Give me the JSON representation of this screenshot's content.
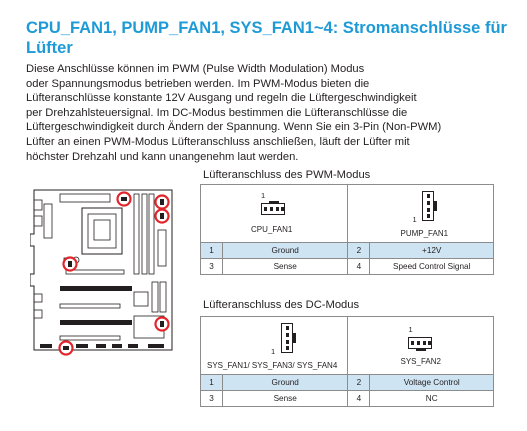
{
  "heading": "CPU_FAN1, PUMP_FAN1, SYS_FAN1~4: Stromanschlüsse für Lüfter",
  "intro_lines": [
    "Diese Anschlüsse können im PWM (Pulse Width Modulation) Modus",
    "oder Spannungsmodus betrieben werden. Im PWM-Modus bieten die",
    "Lüfteranschlüsse konstante 12V Ausgang und regeln die Lüftergeschwindigkeit",
    "per Drehzahlsteuersignal. Im DC-Modus bestimmen die Lüfteranschlüsse die",
    "Lüftergeschwindigkeit durch Ändern der Spannung. Wenn Sie ein 3-Pin (Non-PWM)",
    "Lüfter an einen PWM-Modus Lüfteranschluss anschließen, läuft der Lüfter mit",
    "höchster Drehzahl und kann unangenehm laut werden."
  ],
  "pwm": {
    "label": "Lüfteranschluss des PWM-Modus",
    "left_connector": {
      "pin1": "1",
      "name": "CPU_FAN1"
    },
    "right_connector": {
      "pin1": "1",
      "name": "PUMP_FAN1"
    },
    "rows": [
      {
        "pin_a": "1",
        "signal_a": "Ground",
        "pin_b": "2",
        "signal_b": "+12V"
      },
      {
        "pin_a": "3",
        "signal_a": "Sense",
        "pin_b": "4",
        "signal_b": "Speed Control Signal"
      }
    ]
  },
  "dc": {
    "label": "Lüfteranschluss des DC-Modus",
    "left_connector": {
      "pin1": "1",
      "name": "SYS_FAN1/ SYS_FAN3/ SYS_FAN4"
    },
    "right_connector": {
      "pin1": "1",
      "name": "SYS_FAN2"
    },
    "rows": [
      {
        "pin_a": "1",
        "signal_a": "Ground",
        "pin_b": "2",
        "signal_b": "Voltage Control"
      },
      {
        "pin_a": "3",
        "signal_a": "Sense",
        "pin_b": "4",
        "signal_b": "NC"
      }
    ]
  },
  "colors": {
    "heading": "#1e9bd7",
    "row_shade": "#cfe4f3",
    "highlight_circle": "#e0252b"
  }
}
